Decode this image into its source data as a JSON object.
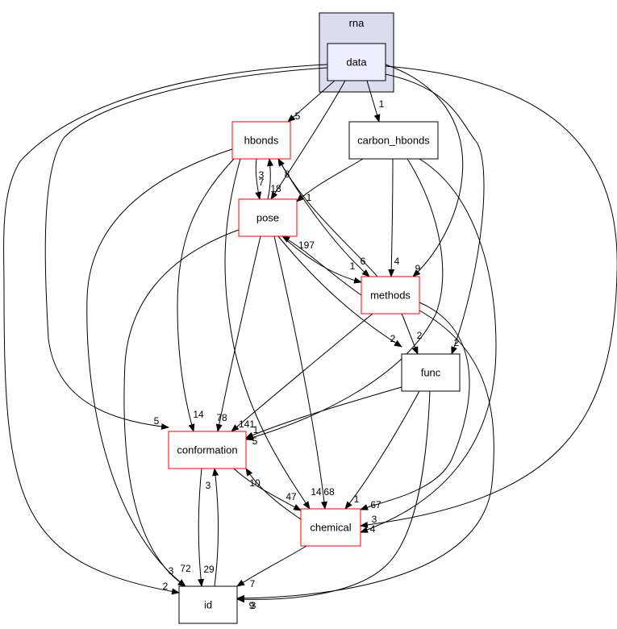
{
  "cluster": {
    "label": "rna",
    "fill": "#dcdcef",
    "inner_fill": "#eeeeff"
  },
  "nodes": [
    {
      "id": "data",
      "label": "data",
      "border": "black"
    },
    {
      "id": "hbonds",
      "label": "hbonds",
      "border": "red"
    },
    {
      "id": "carbon_hbonds",
      "label": "carbon_hbonds",
      "border": "black"
    },
    {
      "id": "pose",
      "label": "pose",
      "border": "red"
    },
    {
      "id": "methods",
      "label": "methods",
      "border": "red"
    },
    {
      "id": "func",
      "label": "func",
      "border": "black"
    },
    {
      "id": "conformation",
      "label": "conformation",
      "border": "red"
    },
    {
      "id": "chemical",
      "label": "chemical",
      "border": "red"
    },
    {
      "id": "id",
      "label": "id",
      "border": "black"
    }
  ],
  "edges": [
    {
      "from": "data",
      "to": "hbonds",
      "label": "5"
    },
    {
      "from": "data",
      "to": "carbon_hbonds",
      "label": "1"
    },
    {
      "from": "data",
      "to": "pose",
      "label": "18"
    },
    {
      "from": "data",
      "to": "methods",
      "label": "9"
    },
    {
      "from": "data",
      "to": "func",
      "label": "2"
    },
    {
      "from": "data",
      "to": "conformation",
      "label": "5"
    },
    {
      "from": "data",
      "to": "chemical",
      "label": "3"
    },
    {
      "from": "data",
      "to": "id",
      "label": "2"
    },
    {
      "from": "hbonds",
      "to": "pose",
      "label": "7"
    },
    {
      "from": "hbonds",
      "to": "methods",
      "label": "6"
    },
    {
      "from": "hbonds",
      "to": "conformation",
      "label": "14"
    },
    {
      "from": "hbonds",
      "to": "chemical",
      "label": "14"
    },
    {
      "from": "hbonds",
      "to": "id",
      "label": "3"
    },
    {
      "from": "pose",
      "to": "hbonds",
      "label": "3"
    },
    {
      "from": "pose",
      "to": "methods",
      "label": "1"
    },
    {
      "from": "pose",
      "to": "func",
      "label": "2"
    },
    {
      "from": "pose",
      "to": "conformation",
      "label": "78"
    },
    {
      "from": "pose",
      "to": "chemical",
      "label": "68"
    },
    {
      "from": "pose",
      "to": "id",
      "label": "72"
    },
    {
      "from": "carbon_hbonds",
      "to": "pose",
      "label": "1"
    },
    {
      "from": "carbon_hbonds",
      "to": "methods",
      "label": "4"
    },
    {
      "from": "carbon_hbonds",
      "to": "conformation",
      "label": "1"
    },
    {
      "from": "carbon_hbonds",
      "to": "chemical",
      "label": "4"
    },
    {
      "from": "methods",
      "to": "hbonds",
      "label": "8"
    },
    {
      "from": "methods",
      "to": "pose",
      "label": "197"
    },
    {
      "from": "methods",
      "to": "func",
      "label": "2"
    },
    {
      "from": "methods",
      "to": "conformation",
      "label": "141"
    },
    {
      "from": "methods",
      "to": "chemical",
      "label": "67"
    },
    {
      "from": "methods",
      "to": "id",
      "label": "9"
    },
    {
      "from": "func",
      "to": "conformation",
      "label": "5"
    },
    {
      "from": "func",
      "to": "chemical",
      "label": "1"
    },
    {
      "from": "func",
      "to": "id",
      "label": "3"
    },
    {
      "from": "conformation",
      "to": "chemical",
      "label": "47"
    },
    {
      "from": "conformation",
      "to": "id",
      "label": "29"
    },
    {
      "from": "chemical",
      "to": "conformation",
      "label": "10"
    },
    {
      "from": "chemical",
      "to": "id",
      "label": "7"
    },
    {
      "from": "id",
      "to": "conformation",
      "label": "3"
    }
  ]
}
